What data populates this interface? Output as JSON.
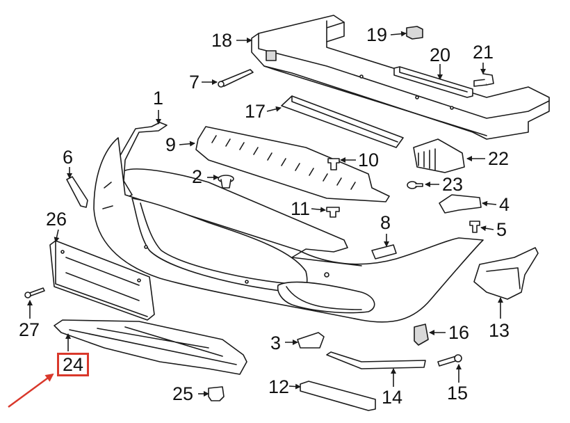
{
  "diagram": {
    "callouts": [
      {
        "id": "1",
        "label": "1"
      },
      {
        "id": "2",
        "label": "2"
      },
      {
        "id": "3",
        "label": "3"
      },
      {
        "id": "4",
        "label": "4"
      },
      {
        "id": "5",
        "label": "5"
      },
      {
        "id": "6",
        "label": "6"
      },
      {
        "id": "7",
        "label": "7"
      },
      {
        "id": "8",
        "label": "8"
      },
      {
        "id": "9",
        "label": "9"
      },
      {
        "id": "10",
        "label": "10"
      },
      {
        "id": "11",
        "label": "11"
      },
      {
        "id": "12",
        "label": "12"
      },
      {
        "id": "13",
        "label": "13"
      },
      {
        "id": "14",
        "label": "14"
      },
      {
        "id": "15",
        "label": "15"
      },
      {
        "id": "16",
        "label": "16"
      },
      {
        "id": "17",
        "label": "17"
      },
      {
        "id": "18",
        "label": "18"
      },
      {
        "id": "19",
        "label": "19"
      },
      {
        "id": "20",
        "label": "20"
      },
      {
        "id": "21",
        "label": "21"
      },
      {
        "id": "22",
        "label": "22"
      },
      {
        "id": "23",
        "label": "23"
      },
      {
        "id": "24",
        "label": "24",
        "highlighted": true
      },
      {
        "id": "25",
        "label": "25"
      },
      {
        "id": "26",
        "label": "26"
      },
      {
        "id": "27",
        "label": "27"
      }
    ],
    "colors": {
      "line": "#1a1a1a",
      "part_fill": "#ffffff",
      "shade": "#d9d9d9",
      "highlight": "#d9382b"
    }
  }
}
